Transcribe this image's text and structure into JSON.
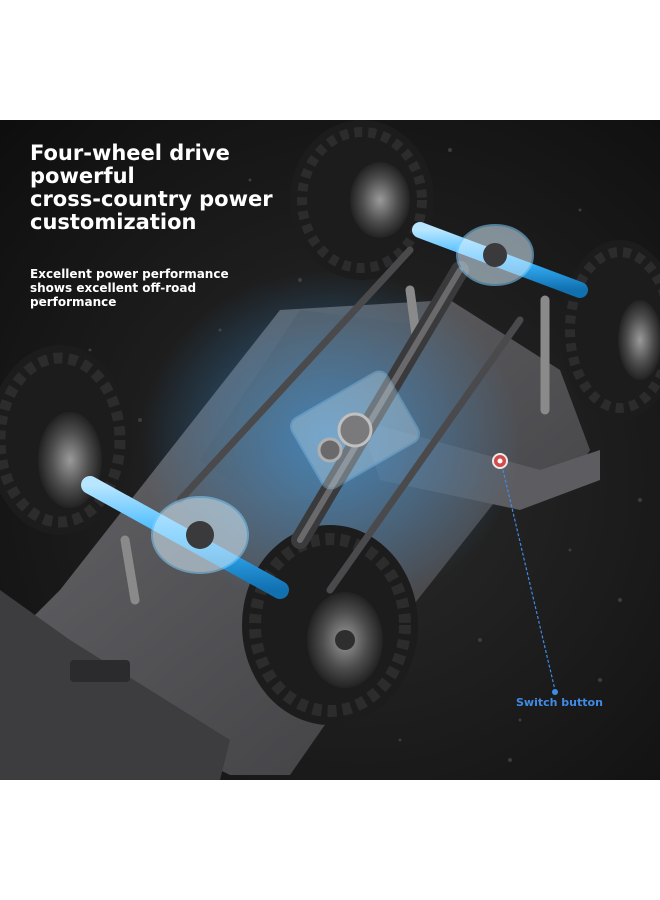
{
  "headline": {
    "lines": [
      "Four-wheel drive",
      "powerful",
      "cross-country power",
      "customization"
    ]
  },
  "subheadline": {
    "lines": [
      "Excellent power performance",
      "shows excellent off-road",
      "performance"
    ]
  },
  "callout": {
    "label": "Switch button"
  },
  "colors": {
    "background": "#141414",
    "chassis": "#4a4a4d",
    "tire": "#1c1c1c",
    "drivetrain_highlight": "#39b6ff",
    "callout_text": "#3f8be6",
    "headline_text": "#ffffff"
  },
  "icons": {
    "switch": "switch-button-icon"
  }
}
